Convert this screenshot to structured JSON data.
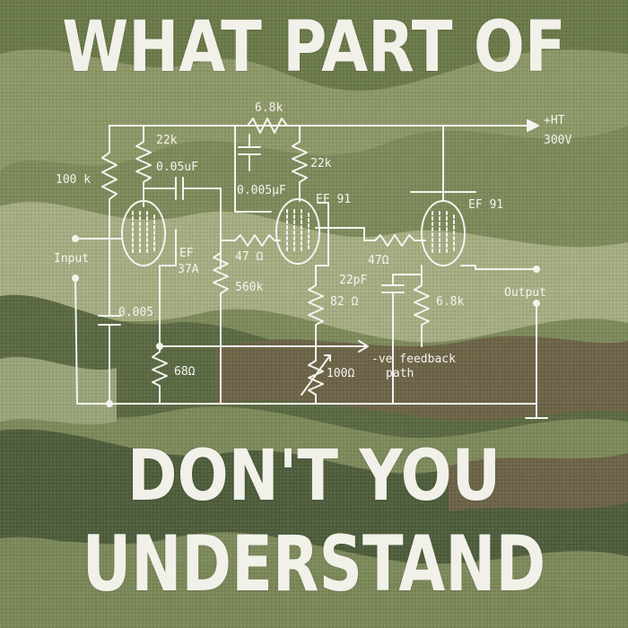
{
  "poster": {
    "line1": "WHAT PART OF",
    "line2": "DON'T YOU",
    "line3": "UNDERSTAND"
  },
  "colors": {
    "ink": "#f1f1ea",
    "camo_light": "#9aa47a",
    "camo_mid": "#7d8a5b",
    "camo_dark": "#4f5e3c",
    "camo_brown": "#6d6448"
  },
  "schematic": {
    "labels": {
      "ht": "+HT",
      "ht_voltage": "300V",
      "r_68k_top": "6.8k",
      "r_22k_a": "22k",
      "r_22k_b": "22k",
      "r_100k": "100 k",
      "c_005uf_a": "0.05uF",
      "c_0005uf": "0.005μF",
      "tube_ef91_a": "EF 91",
      "tube_ef91_b": "EF 91",
      "tube_ef37a": "EF",
      "tube_ef37a_sub": "37A",
      "input": "Input",
      "output": "Output",
      "r_47_a": "47 Ω",
      "r_47_b": "47Ω",
      "r_560k": "560k",
      "c_22pf": "22pF",
      "r_68k_out": "6.8k",
      "r_82": "82 Ω",
      "c_0005": "0.005",
      "r_68": "68Ω",
      "r_100": "100Ω",
      "feedback": "-ve feedback",
      "feedback_path": "path"
    }
  }
}
